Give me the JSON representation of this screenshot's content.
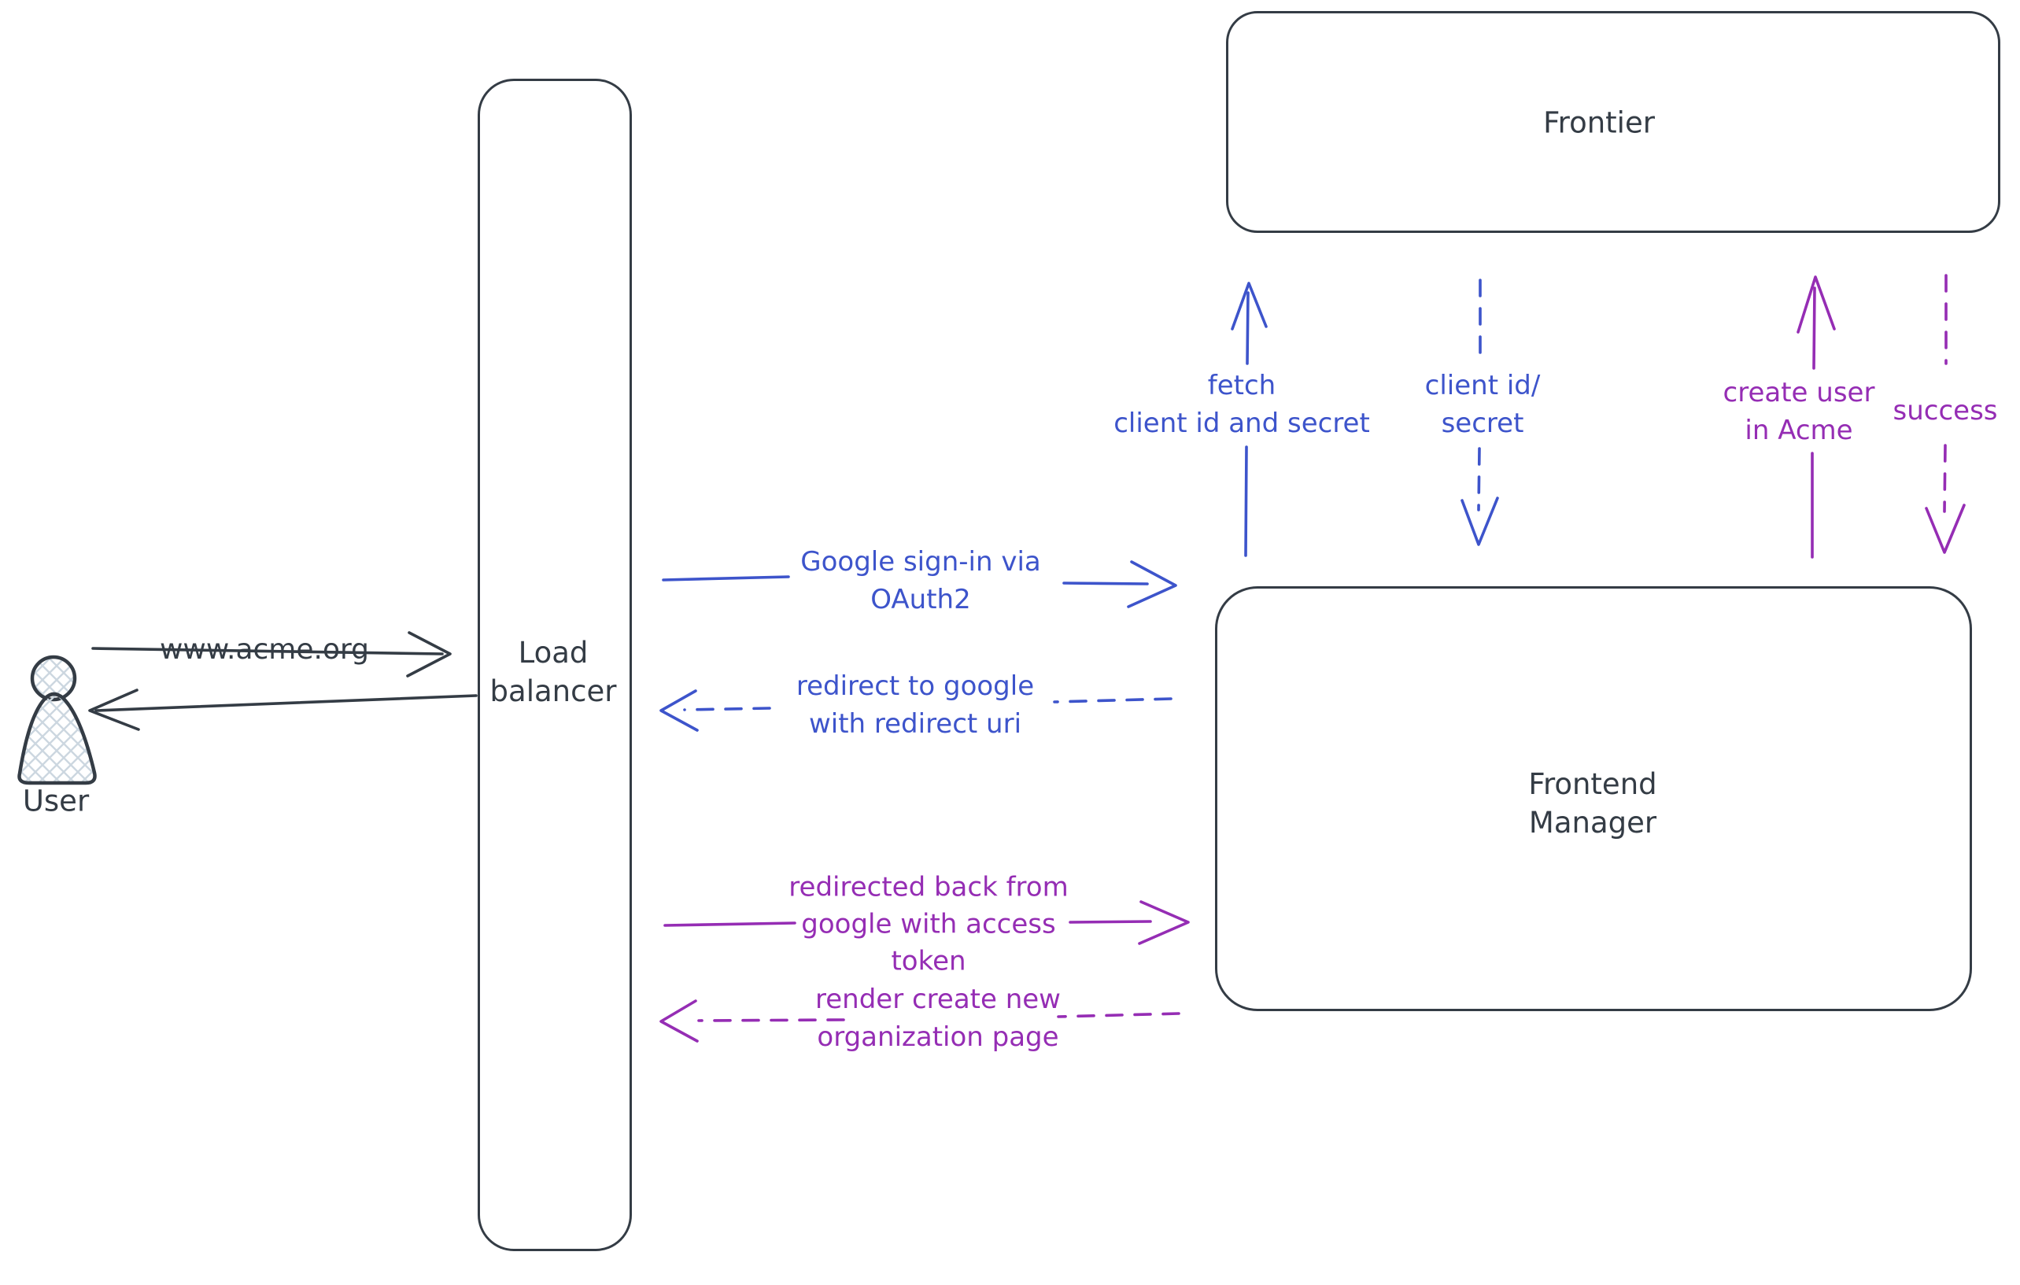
{
  "colors": {
    "ink": "#343c45",
    "blue": "#3d54cb",
    "purple": "#952db4",
    "hatch": "#ccd7e0"
  },
  "nodes": {
    "user": {
      "label": "User"
    },
    "load_balancer": {
      "lines": [
        "Load",
        "balancer"
      ]
    },
    "frontier": {
      "label": "Frontier"
    },
    "frontend_manager": {
      "lines": [
        "Frontend",
        "Manager"
      ]
    }
  },
  "edges": {
    "www_request": {
      "label": "www.acme.org"
    },
    "google_signin": {
      "lines": [
        "Google sign-in via",
        "OAuth2"
      ]
    },
    "redirect_google": {
      "lines": [
        "redirect to google",
        "with redirect uri"
      ]
    },
    "fetch_creds": {
      "lines": [
        "fetch",
        "client id and secret"
      ]
    },
    "client_id_secret": {
      "lines": [
        "client id/",
        "secret"
      ]
    },
    "create_user": {
      "lines": [
        "create user",
        "in Acme"
      ]
    },
    "success": {
      "label": "success"
    },
    "redirected_back": {
      "lines": [
        "redirected back from",
        "google with access",
        "token"
      ]
    },
    "render_page": {
      "lines": [
        "render create new",
        "organization page"
      ]
    }
  }
}
